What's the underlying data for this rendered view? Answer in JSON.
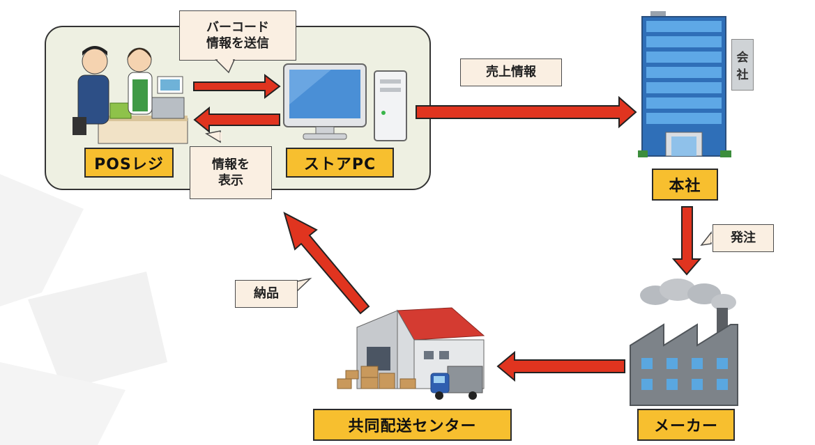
{
  "nodes": {
    "pos_register": "POSレジ",
    "store_pc": "ストアPC",
    "head_office": "本社",
    "maker": "メーカー",
    "distribution_center": "共同配送センター"
  },
  "callouts": {
    "barcode_line1": "バーコード",
    "barcode_line2": "情報を送信",
    "display_line1": "情報を",
    "display_line2": "表示",
    "sales_info": "売上情報",
    "order": "発注",
    "delivery": "納品"
  },
  "building_sign": [
    "会",
    "社"
  ],
  "colors": {
    "arrow": "#e0341f",
    "label_bg": "#f7bf2f",
    "callout_bg": "#faefe2",
    "panel_bg": "#eef0e2"
  },
  "icons": [
    "cashier-scene-icon",
    "desktop-computer-icon",
    "office-building-icon",
    "factory-icon",
    "warehouse-icon",
    "delivery-truck-icon"
  ]
}
